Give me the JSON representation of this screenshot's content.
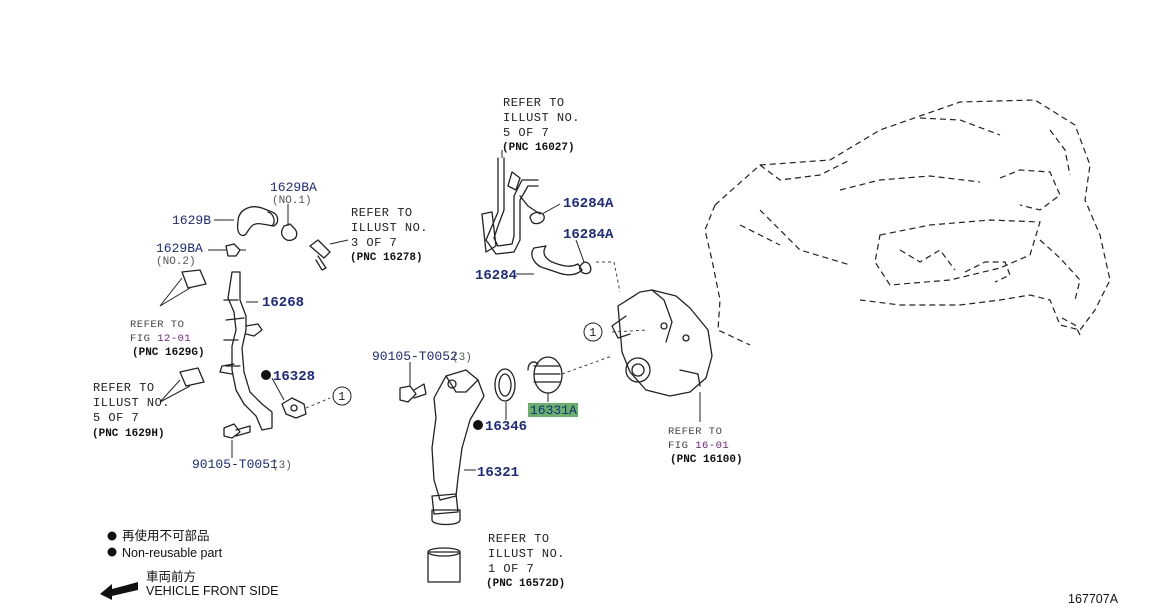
{
  "callouts": {
    "p1629ba_1": "1629BA",
    "p1629ba_1_note": "(NO.1)",
    "p1629b": "1629B",
    "p1629ba_2": "1629BA",
    "p1629ba_2_note": "(NO.2)",
    "p16268": "16268",
    "p16328": "16328",
    "p90105_t0051": "90105-T0051",
    "p90105_t0051_qty": "(3)",
    "p90105_t0052": "90105-T0052",
    "p90105_t0052_qty": "(3)",
    "p16346": "16346",
    "p16331a": "16331A",
    "p16321": "16321",
    "p16284": "16284",
    "p16284a_1": "16284A",
    "p16284a_2": "16284A",
    "circle_1": "1",
    "circle_2": "1"
  },
  "refs": {
    "r16027": [
      "REFER TO",
      "ILLUST NO.",
      "5 OF 7",
      "(PNC 16027)"
    ],
    "r16278": [
      "REFER TO",
      "ILLUST NO.",
      "3 OF 7",
      "(PNC 16278)"
    ],
    "r1629g": {
      "l1": "REFER TO",
      "l2a": "FIG ",
      "l2b": "12-01",
      "l3": "(PNC 1629G)"
    },
    "r1629h": [
      "REFER TO",
      "ILLUST NO.",
      "5 OF 7",
      "(PNC 1629H)"
    ],
    "r16100": {
      "l1": "REFER TO",
      "l2a": "FIG ",
      "l2b": "16-01",
      "l3": "(PNC 16100)"
    },
    "r16572d": [
      "REFER TO",
      "ILLUST NO.",
      "1 OF 7",
      "(PNC 16572D)"
    ]
  },
  "legend": {
    "jp": "再使用不可部品",
    "en": "Non-reusable part",
    "front_jp": "車両前方",
    "front_en": "VEHICLE FRONT SIDE"
  },
  "figure_id": "167707A",
  "colors": {
    "callout": "#1c2a86",
    "fig_link": "#7a1e8a",
    "highlight": "#66b266"
  }
}
